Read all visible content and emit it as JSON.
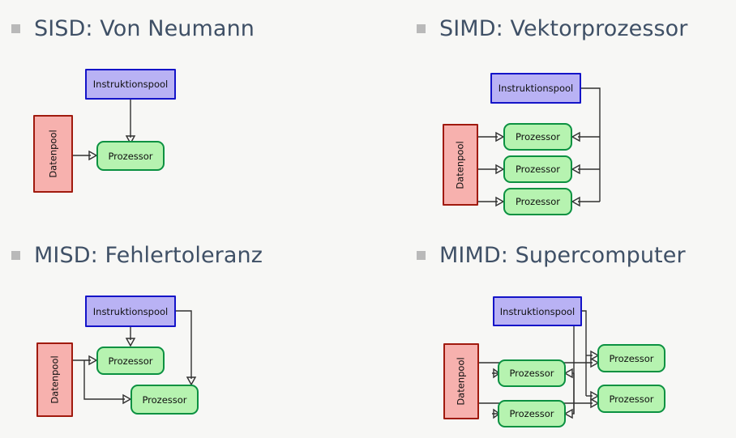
{
  "slide": {
    "background_color": "#f7f7f5",
    "heading_color": "#3f5066",
    "bullet_color": "#b9b9b9"
  },
  "palette": {
    "instruction_fill": "#b9b2f4",
    "instruction_border": "#1414c8",
    "data_fill": "#f7b1ae",
    "data_border": "#a01a0e",
    "processor_fill": "#b6f3b0",
    "processor_border": "#0b9141",
    "wire": "#303030"
  },
  "labels": {
    "instruction_pool": "Instruktionspool",
    "data_pool": "Datenpool",
    "processor": "Prozessor"
  },
  "quadrants": [
    {
      "id": "sisd",
      "heading": "SISD: Von Neumann",
      "instruction_pools": 1,
      "data_pools": 1,
      "processors": 1
    },
    {
      "id": "simd",
      "heading": "SIMD: Vektorprozessor",
      "instruction_pools": 1,
      "data_pools": 1,
      "processors": 3
    },
    {
      "id": "misd",
      "heading": "MISD: Fehlertoleranz",
      "instruction_pools": 1,
      "data_pools": 1,
      "processors": 2
    },
    {
      "id": "mimd",
      "heading": "MIMD: Supercomputer",
      "instruction_pools": 1,
      "data_pools": 1,
      "processors": 4
    }
  ]
}
